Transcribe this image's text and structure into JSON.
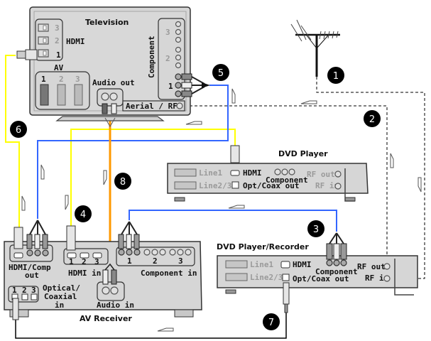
{
  "devices": {
    "tv": {
      "title": "Television",
      "hdmi_label": "HDMI",
      "hdmi_ports": [
        "3",
        "2",
        "1"
      ],
      "av_label": "AV",
      "av_ports": [
        "1",
        "2",
        "3"
      ],
      "audio_out_label": "Audio out",
      "component_label": "Component",
      "component_groups": [
        "3",
        "2",
        "1"
      ],
      "aerial_label": "Aerial / RF"
    },
    "dvd_player": {
      "title": "DVD Player",
      "line1": "Line1",
      "line23": "Line2/3",
      "hdmi": "HDMI",
      "component": "Component",
      "opt_coax": "Opt/Coax out",
      "rf_out": "RF out",
      "rf_in": "RF in"
    },
    "dvd_recorder": {
      "title": "DVD Player/Recorder",
      "line1": "Line1",
      "line23": "Line2/3",
      "hdmi": "HDMI",
      "component": "Component",
      "opt_coax": "Opt/Coax out",
      "rf_out": "RF out",
      "rf_in": "RF in"
    },
    "av_receiver": {
      "title": "AV Receiver",
      "hdmi_comp_out_1": "HDMI/Comp",
      "hdmi_comp_out_2": "out",
      "hdmi_in_label": "HDMI in",
      "hdmi_in_ports": [
        "1",
        "2",
        "3"
      ],
      "component_in_label": "Component in",
      "component_in_groups": [
        "1",
        "2",
        "3"
      ],
      "optical_1": "Optical/",
      "optical_2": "Coaxial",
      "optical_3": "in",
      "optical_ports": [
        "1",
        "2",
        "3"
      ],
      "audio_in_label": "Audio in"
    }
  },
  "badges": [
    "1",
    "2",
    "3",
    "4",
    "5",
    "6",
    "7",
    "8"
  ],
  "cable_colors": {
    "hdmi": "#ffff00",
    "component": "#3366ff",
    "audio": "#ff9900",
    "rf": "#000000",
    "digital_audio": "#000000"
  }
}
